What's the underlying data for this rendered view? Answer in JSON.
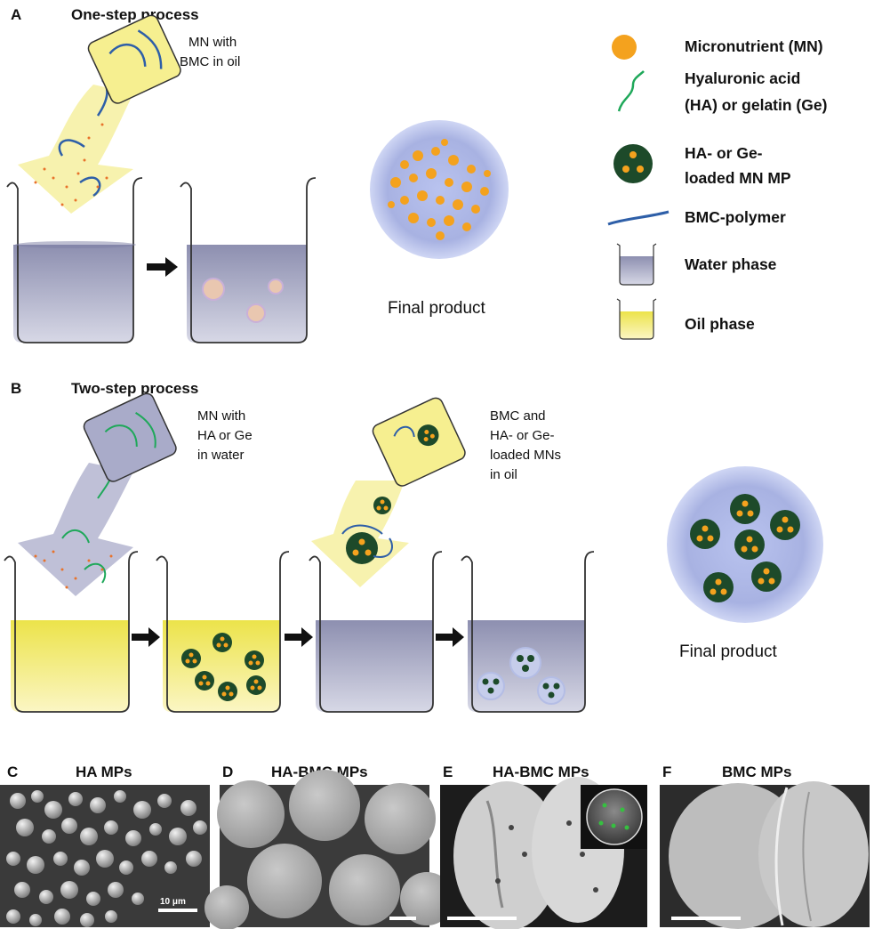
{
  "panel_a": {
    "letter": "A",
    "title": "One-step process",
    "pour_note": [
      "MN with",
      "BMC in oil"
    ],
    "final_label": "Final product"
  },
  "panel_b": {
    "letter": "B",
    "title": "Two-step process",
    "pour_note_1": [
      "MN with",
      "HA or Ge",
      "in water"
    ],
    "pour_note_2": [
      "BMC and",
      "HA- or Ge-",
      "loaded MNs",
      "in oil"
    ],
    "final_label": "Final product"
  },
  "legend": {
    "micronutrient": "Micronutrient (MN)",
    "hyaluronic": [
      "Hyaluronic acid",
      "(HA) or gelatin (Ge)"
    ],
    "loaded_mp": [
      "HA- or Ge-",
      "loaded MN MP"
    ],
    "bmc_polymer": "BMC-polymer",
    "water_phase": "Water phase",
    "oil_phase": "Oil phase"
  },
  "micrographs": [
    {
      "letter": "C",
      "title": "HA MPs",
      "scale_label": "10 μm"
    },
    {
      "letter": "D",
      "title": "HA-BMC MPs",
      "scale_label": ""
    },
    {
      "letter": "E",
      "title": "HA-BMC MPs",
      "scale_label": ""
    },
    {
      "letter": "F",
      "title": "BMC MPs",
      "scale_label": ""
    }
  ],
  "colors": {
    "micronutrient": "#f4a21e",
    "ha_strand": "#1fa85a",
    "bmc_strand": "#2e5fa8",
    "mp_fill": "#1d4a2a",
    "water": "#8a8caf",
    "oil": "#f1e85a",
    "final_glow": "#a9b4e3"
  }
}
